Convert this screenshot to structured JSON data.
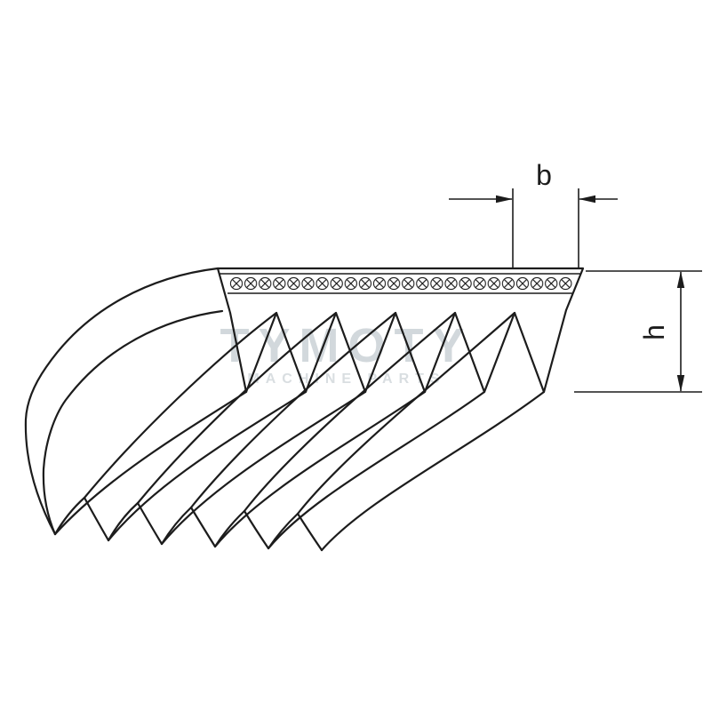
{
  "diagram": {
    "dimensions": {
      "b_label": "b",
      "h_label": "h"
    },
    "watermark": {
      "brand": "TYMOTY",
      "tagline": "MACHINE PARTS"
    },
    "colors": {
      "line": "#1c1c1c",
      "watermark_primary": "#d2d8dc",
      "watermark_secondary": "#d9dee1",
      "background": "#ffffff"
    }
  }
}
